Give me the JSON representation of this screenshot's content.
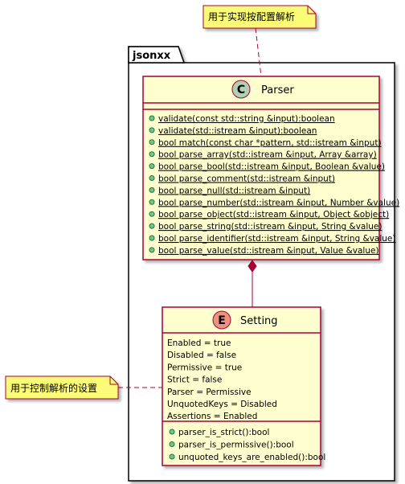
{
  "package": {
    "name": "jsonxx"
  },
  "notes": {
    "parser_note": "用于实现按配置解析",
    "setting_note": "用于控制解析的设置"
  },
  "parser": {
    "stereotype": "C",
    "name": "Parser",
    "methods": [
      "validate(const std::string &input):boolean",
      "validate(std::istream &input):boolean",
      "bool match(const char *pattern, std::istream &input)",
      "bool parse_array(std::istream &input, Array &array)",
      "bool parse_bool(std::istream &input, Boolean &value)",
      "bool parse_comment(std::istream &input)",
      "bool parse_null(std::istream &input)",
      "bool parse_number(std::istream &input, Number &value)",
      "bool parse_object(std::istream &input, Object &object)",
      "bool parse_string(std::istream &input, String &value)",
      "bool parse_identifier(std::istream &input, String &value)",
      "bool parse_value(std::istream &input, Value &value)"
    ]
  },
  "setting": {
    "stereotype": "E",
    "name": "Setting",
    "fields": [
      "Enabled = true",
      "Disabled = false",
      "Permissive = true",
      "Strict = false",
      "Parser = Permissive",
      "UnquotedKeys = Disabled",
      "Assertions = Enabled"
    ],
    "methods": [
      "parser_is_strict():bool",
      "parser_is_permissive():bool",
      "unquoted_keys_are_enabled():bool"
    ]
  },
  "colors": {
    "class_fill": "#FEFECE",
    "border": "#A80036",
    "note_fill": "#FBFB77",
    "class_badge": "#ADD1B2",
    "enum_badge": "#EB937F",
    "method_dot": "#84BE84",
    "package_fill": "#FFFFFF"
  }
}
